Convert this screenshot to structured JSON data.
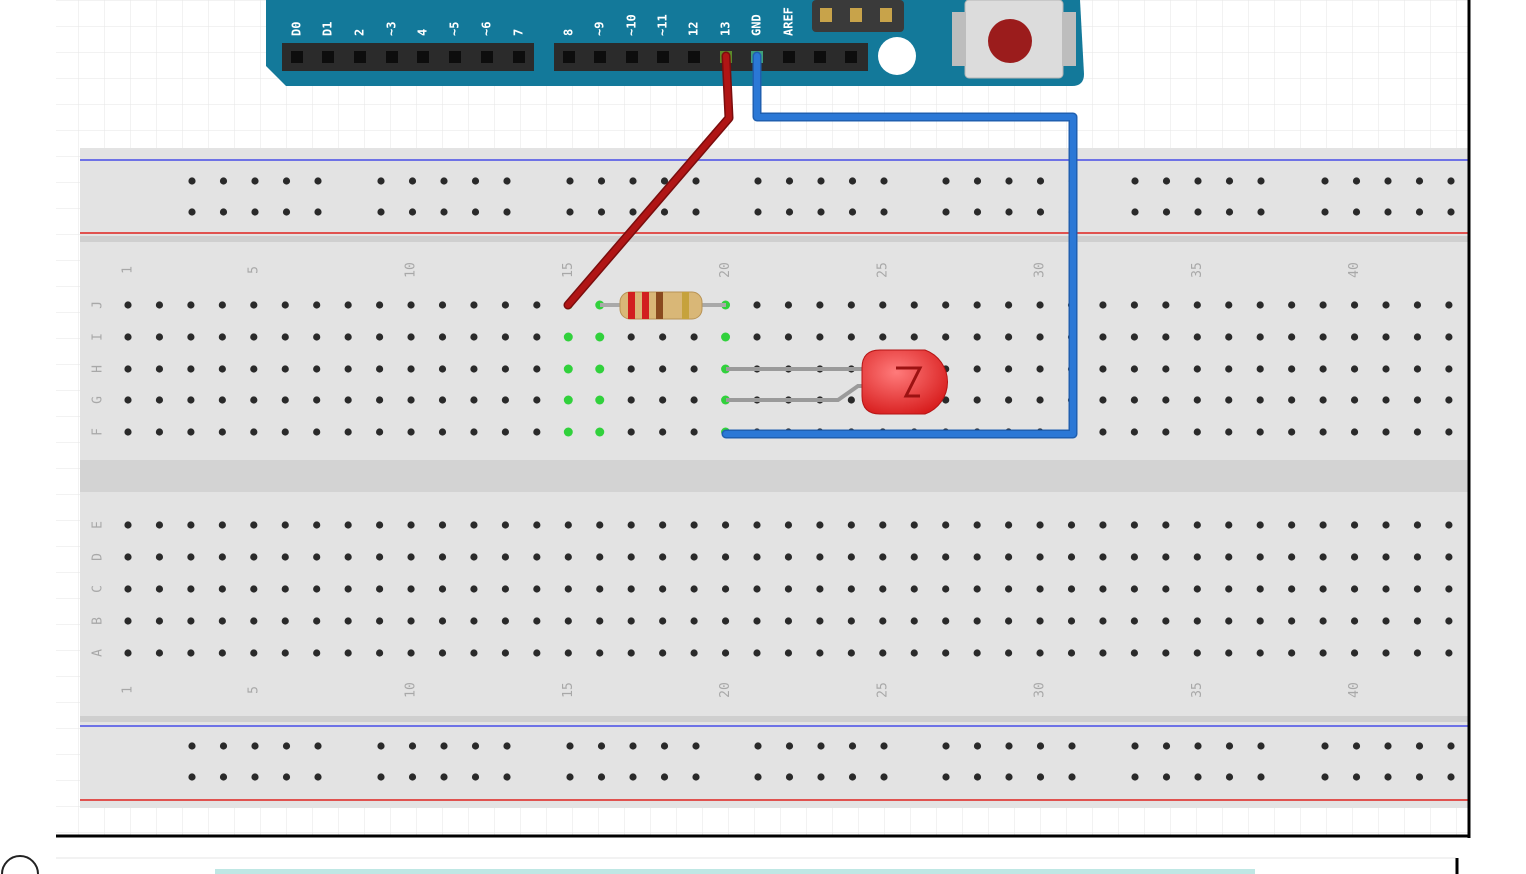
{
  "arduino": {
    "pin_labels_left": [
      "D0",
      "D1",
      "2",
      "~3",
      "4",
      "~5",
      "~6",
      "7"
    ],
    "pin_labels_right": [
      "8",
      "~9",
      "~10",
      "~11",
      "12",
      "13",
      "GND",
      "AREF"
    ],
    "board_color": "#13799a",
    "reset_button_color": "#9b1c1c"
  },
  "breadboard": {
    "row_letters_top": [
      "J",
      "I",
      "H",
      "G",
      "F"
    ],
    "row_letters_bottom": [
      "E",
      "D",
      "C",
      "B",
      "A"
    ],
    "column_numbers": [
      "1",
      "5",
      "10",
      "15",
      "20",
      "25",
      "30",
      "35",
      "40"
    ],
    "rail_blue": "#6e72e6",
    "rail_red": "#e0524f",
    "body_color": "#e3e3e3",
    "highlight_color": "#31d13c"
  },
  "components": {
    "resistor": "resistor",
    "led": "red-led",
    "wire_signal_color": "#b01515",
    "wire_ground_color": "#2b78d6"
  }
}
